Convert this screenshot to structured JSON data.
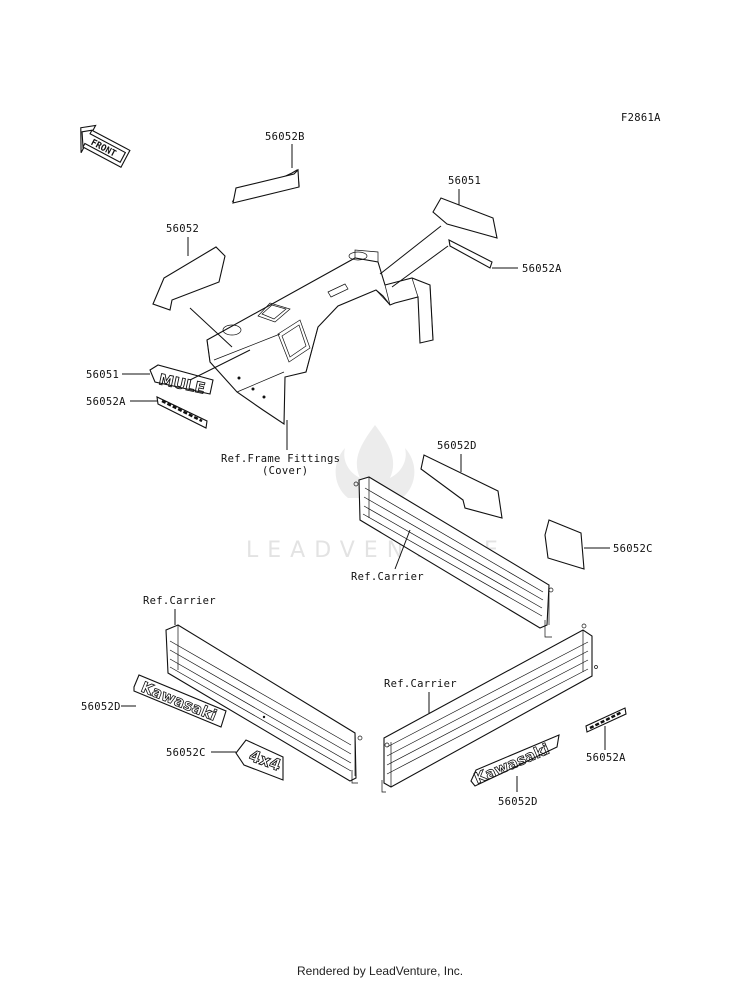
{
  "figure_id": "F2861A",
  "front_arrow": {
    "text": "FRONT"
  },
  "watermark": "LEADVENTURE",
  "labels": {
    "p56052b": "56052B",
    "p56051_top": "56051",
    "p56052": "56052",
    "p56052a_top": "56052A",
    "p56051_mule": "56051",
    "p56052a_left": "56052A",
    "ref_frame_fittings": "Ref.Frame Fittings",
    "ref_frame_cover": "(Cover)",
    "p56052d_top": "56052D",
    "p56052c_right": "56052C",
    "ref_carrier_1": "Ref.Carrier",
    "ref_carrier_2": "Ref.Carrier",
    "ref_carrier_3": "Ref.Carrier",
    "p56052d_left": "56052D",
    "p56052c_left": "56052C",
    "p56052a_right": "56052A",
    "p56052d_bottom": "56052D"
  },
  "decal_text": {
    "mule": "MULE",
    "kawasaki_left": "Kawasaki",
    "kawasaki_right": "Kawasaki",
    "fourx4": "4x4"
  },
  "footer": "Rendered by LeadVenture, Inc."
}
